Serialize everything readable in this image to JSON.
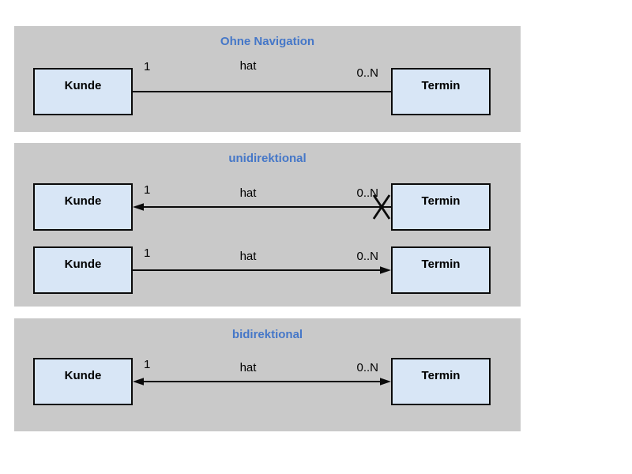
{
  "colors": {
    "page_bg": "#ffffff",
    "panel_bg": "#c9c9c9",
    "box_fill": "#d8e6f6",
    "box_border": "#0a0a0a",
    "title_color": "#4577c8",
    "line_color": "#0a0a0a",
    "text_color": "#000000"
  },
  "panels": [
    {
      "title": "Ohne Navigation",
      "rows": [
        {
          "left_class": "Kunde",
          "right_class": "Termin",
          "mult_left": "1",
          "association_name": "hat",
          "mult_right": "0..N",
          "navigation": "none"
        }
      ]
    },
    {
      "title": "unidirektional",
      "rows": [
        {
          "left_class": "Kunde",
          "right_class": "Termin",
          "mult_left": "1",
          "association_name": "hat",
          "mult_right": "0..N",
          "navigation": "arrow-to-kunde-with-x-at-termin"
        },
        {
          "left_class": "Kunde",
          "right_class": "Termin",
          "mult_left": "1",
          "association_name": "hat",
          "mult_right": "0..N",
          "navigation": "arrow-to-termin"
        }
      ]
    },
    {
      "title": "bidirektional",
      "rows": [
        {
          "left_class": "Kunde",
          "right_class": "Termin",
          "mult_left": "1",
          "association_name": "hat",
          "mult_right": "0..N",
          "navigation": "arrows-both-directions"
        }
      ]
    }
  ]
}
